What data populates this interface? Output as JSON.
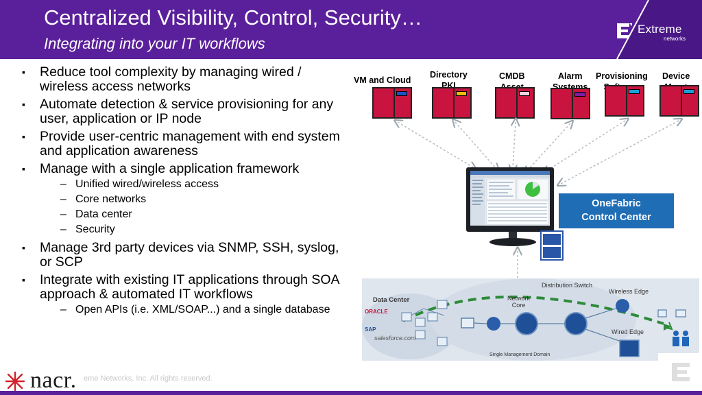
{
  "header": {
    "title": "Centralized Visibility, Control, Security…",
    "subtitle": "Integrating into your IT workflows",
    "brand_name": "Extreme",
    "brand_sub": "networks"
  },
  "bullets": {
    "b1": "Reduce tool complexity by managing wired / wireless access networks",
    "b2": "Automate detection & service provisioning for any user, application or IP node",
    "b3": "Provide user-centric management with end system and application awareness",
    "b4": "Manage with a single application framework",
    "b4_sub": [
      "Unified wired/wireless access",
      "Core networks",
      "Data center",
      "Security"
    ],
    "b5": "Manage 3rd party devices via SNMP, SSH, syslog, or SCP",
    "b6": "Integrate with existing IT applications through SOA approach & automated IT workflows",
    "b6_sub": [
      "Open APIs (i.e. XML/SOAP...) and a single database"
    ]
  },
  "diagram": {
    "systems": [
      {
        "label": "VM and Cloud",
        "chip_color": "#1f4fc4"
      },
      {
        "label": "Directory\nPKI",
        "chip_color": "#f2b705"
      },
      {
        "label": "CMDB\nAsset",
        "chip_color": "#f5d0e0"
      },
      {
        "label": "Alarm\nSystems",
        "chip_color": "#7a1fa2"
      },
      {
        "label": "Provisioning\nSoftware",
        "chip_color": "#1aa0d8"
      },
      {
        "label": "Device\nMgmt",
        "chip_color": "#1aa0d8"
      }
    ],
    "control_center_label": "OneFabric\nControl Center",
    "network": {
      "data_center": "Data Center",
      "distribution_switch": "Distribution Switch",
      "wireless_edge": "Wireless Edge",
      "network_core": "Network\nCore",
      "wired_edge": "Wired Edge",
      "single_mgmt": "Single Management Domain",
      "oracle": "ORACLE",
      "sap": "SAP",
      "salesforce": "salesforce.com"
    }
  },
  "footer": {
    "nacr": "nacr.",
    "copyright": "eme Networks, Inc. All rights reserved."
  },
  "colors": {
    "header": "#5a1f9a",
    "server_red": "#c8143e",
    "control_center_blue": "#1f6db5",
    "link_green": "#2e8b3a"
  }
}
